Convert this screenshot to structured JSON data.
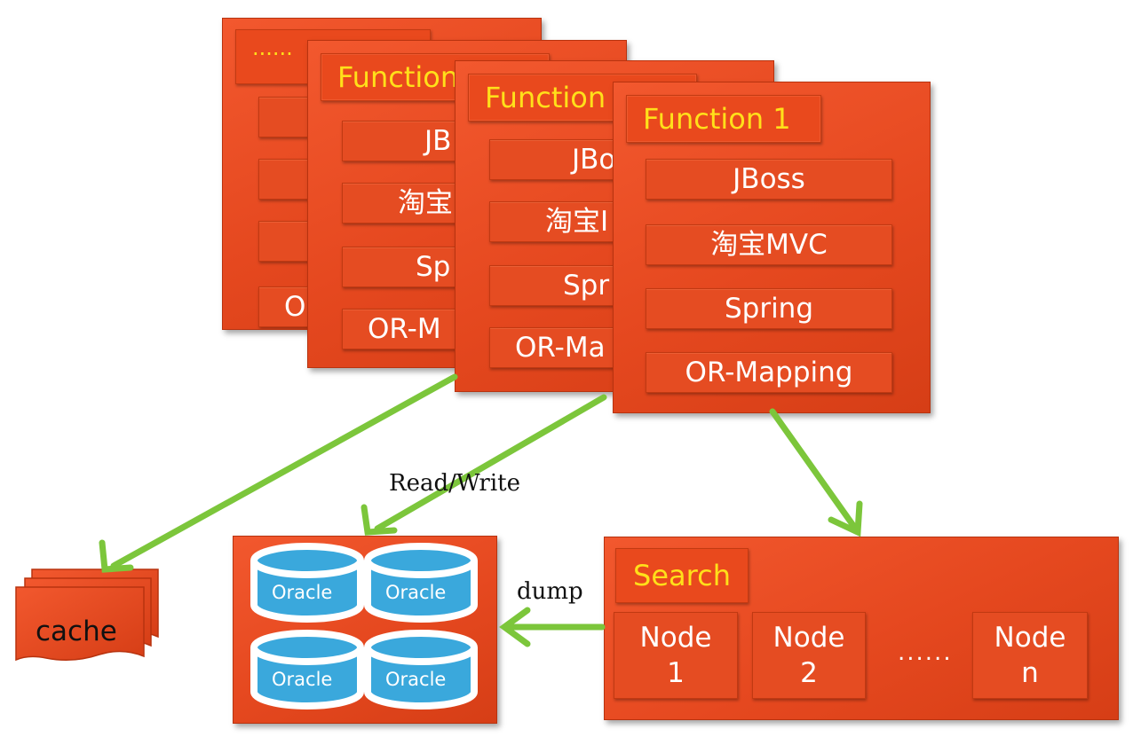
{
  "ellipsis_label": "......",
  "function_cards": [
    {
      "title": "Function",
      "rows": [
        "JB",
        "淘宝",
        "Sp",
        "OR-M"
      ]
    },
    {
      "title": "Function",
      "rows": [
        "JBo",
        "淘宝I",
        "Spr",
        "OR-Ma"
      ]
    },
    {
      "title": "Function 1",
      "rows": [
        "JBoss",
        "淘宝MVC",
        "Spring",
        "OR-Mapping"
      ]
    }
  ],
  "back_card_rows": [
    "",
    "",
    "",
    "O"
  ],
  "cache_label": "cache",
  "oracle_label": "Oracle",
  "read_write_label": "Read/Write",
  "dump_label": "dump",
  "search": {
    "title": "Search",
    "nodes": [
      {
        "line1": "Node",
        "line2": "1"
      },
      {
        "line1": "Node",
        "line2": "2"
      },
      {
        "line1": "Node",
        "line2": "n"
      }
    ],
    "ellipsis": "......"
  },
  "colors": {
    "card": "#e5481f",
    "title_text": "#ffe01a",
    "arrow": "#7cc63b",
    "cylinder": "#3aa8dc"
  }
}
